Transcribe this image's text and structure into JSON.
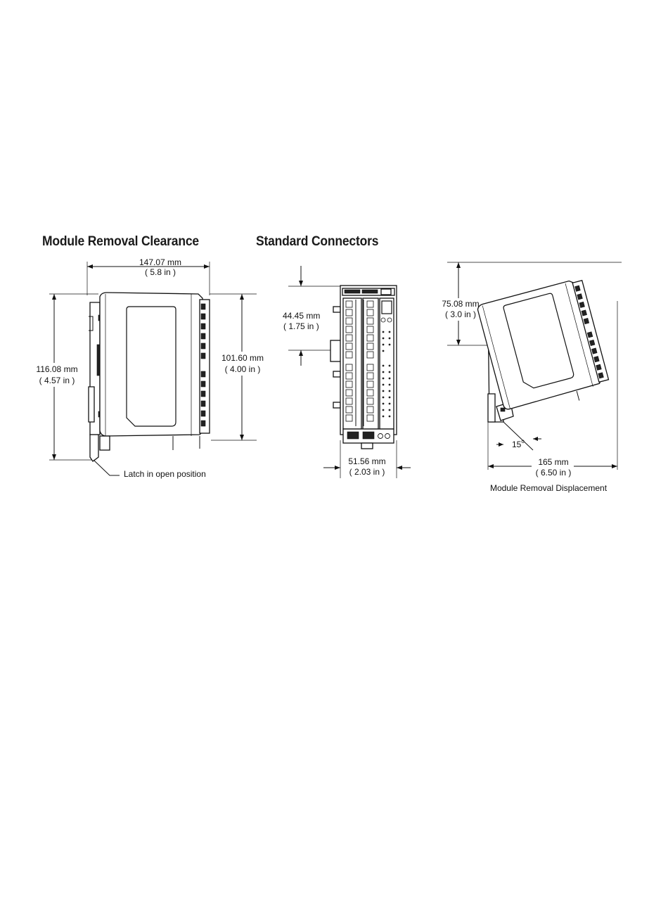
{
  "headings": {
    "module_removal_clearance": "Module Removal Clearance",
    "standard_connectors": "Standard Connectors"
  },
  "left_view": {
    "width_mm": "147.07 mm",
    "width_in": "( 5.8 in )",
    "height_mm": "116.08 mm",
    "height_in": "( 4.57 in )",
    "inner_height_mm": "101.60 mm",
    "inner_height_in": "( 4.00 in )",
    "latch_label": "Latch in open position"
  },
  "front_view": {
    "pitch_mm": "44.45 mm",
    "pitch_in": "( 1.75 in )",
    "width_mm": "51.56 mm",
    "width_in": "( 2.03 in )"
  },
  "right_view": {
    "lift_mm": "75.08 mm",
    "lift_in": "( 3.0 in )",
    "angle": "15",
    "angle_unit": "o",
    "width_mm": "165 mm",
    "width_in": "( 6.50 in )",
    "caption": "Module Removal Displacement"
  }
}
